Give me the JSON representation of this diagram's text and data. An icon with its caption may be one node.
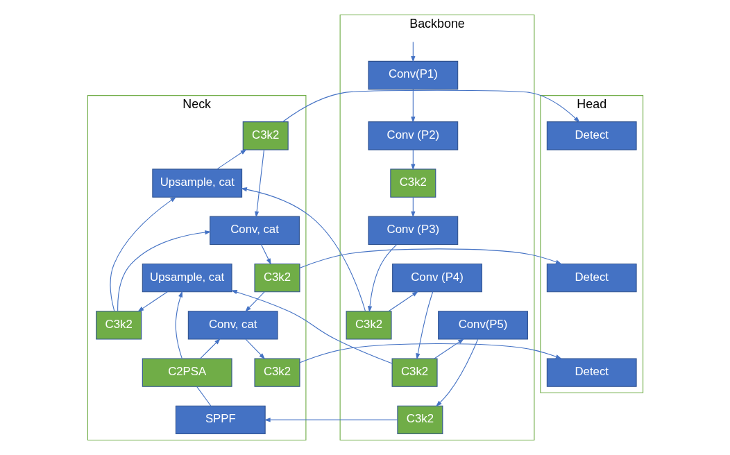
{
  "diagram": {
    "nodes": [
      {
        "text": [
          "Backbone"
        ]
      },
      {
        "text": [
          "Conv(P1)"
        ],
        "in": 0
      },
      {
        "text": [
          "Conv (P2)"
        ],
        "in": 0
      },
      {
        "text": [
          "C3k2"
        ],
        "in": 0
      },
      {
        "text": [
          "Conv (P3)"
        ],
        "in": 0
      },
      {
        "text": [
          "C3k2"
        ],
        "in": 0
      },
      {
        "text": [
          "Conv (P4)"
        ],
        "in": 0
      },
      {
        "text": [
          "C3k2"
        ],
        "in": 0
      },
      {
        "text": [
          "Conv(P5)"
        ],
        "in": 0
      },
      {
        "text": [
          "C3k2"
        ],
        "in": 0
      },
      {
        "text": [
          "Neck"
        ]
      },
      {
        "text": [
          "C3k2"
        ],
        "in": 10
      },
      {
        "text": [
          "Upsample, cat"
        ],
        "in": 10
      },
      {
        "text": [
          "C3k2"
        ],
        "in": 10
      },
      {
        "text": [
          "Conv, cat"
        ],
        "in": 10
      },
      {
        "text": [
          "Upsample, cat"
        ],
        "in": 10
      },
      {
        "text": [
          "C3k2"
        ],
        "in": 10
      },
      {
        "text": [
          "C2PSA"
        ],
        "in": 10
      },
      {
        "text": [
          "Conv, cat"
        ],
        "in": 10
      },
      {
        "text": [
          "SPPF"
        ],
        "in": 10
      },
      {
        "text": [
          "C3k2"
        ],
        "in": 10
      },
      {
        "text": [
          "Head"
        ]
      },
      {
        "text": [
          "Detect"
        ],
        "in": 21
      },
      {
        "text": [
          "Detect"
        ],
        "in": 21
      },
      {
        "text": [
          "Detect"
        ],
        "in": 21
      }
    ],
    "edges": [
      {
        "from": null,
        "to": 1,
        "arrow": "to"
      },
      {
        "from": 1,
        "to": 2,
        "arrow": "to"
      },
      {
        "from": 2,
        "to": 3,
        "arrow": "to"
      },
      {
        "from": 3,
        "to": 4,
        "arrow": "to"
      },
      {
        "from": 4,
        "to": 5,
        "arrow": "to"
      },
      {
        "from": 5,
        "to": 6,
        "arrow": "to"
      },
      {
        "from": 6,
        "to": 7,
        "arrow": "to"
      },
      {
        "from": 7,
        "to": 8,
        "arrow": "to"
      },
      {
        "from": 8,
        "to": 9,
        "arrow": "to"
      },
      {
        "from": 9,
        "to": 19,
        "arrow": "to"
      },
      {
        "from": 5,
        "to": 12,
        "arrow": "to"
      },
      {
        "from": 7,
        "to": 15,
        "arrow": "to"
      },
      {
        "from": 19,
        "to": 17,
        "arrow": "none"
      },
      {
        "from": 17,
        "to": 15,
        "arrow": "to"
      },
      {
        "from": 15,
        "to": 13,
        "arrow": "to"
      },
      {
        "from": 13,
        "to": 12,
        "arrow": "to"
      },
      {
        "from": 12,
        "to": 11,
        "arrow": "to"
      },
      {
        "from": 11,
        "to": 22,
        "arrow": "to"
      },
      {
        "from": 11,
        "to": 14,
        "arrow": "to"
      },
      {
        "from": 13,
        "to": 14,
        "arrow": "to"
      },
      {
        "from": 14,
        "to": 16,
        "arrow": "to"
      },
      {
        "from": 16,
        "to": 23,
        "arrow": "to"
      },
      {
        "from": 16,
        "to": 18,
        "arrow": "to"
      },
      {
        "from": 17,
        "to": 18,
        "arrow": "to"
      },
      {
        "from": 18,
        "to": 20,
        "arrow": "to"
      },
      {
        "from": 20,
        "to": 24,
        "arrow": "to"
      }
    ]
  }
}
